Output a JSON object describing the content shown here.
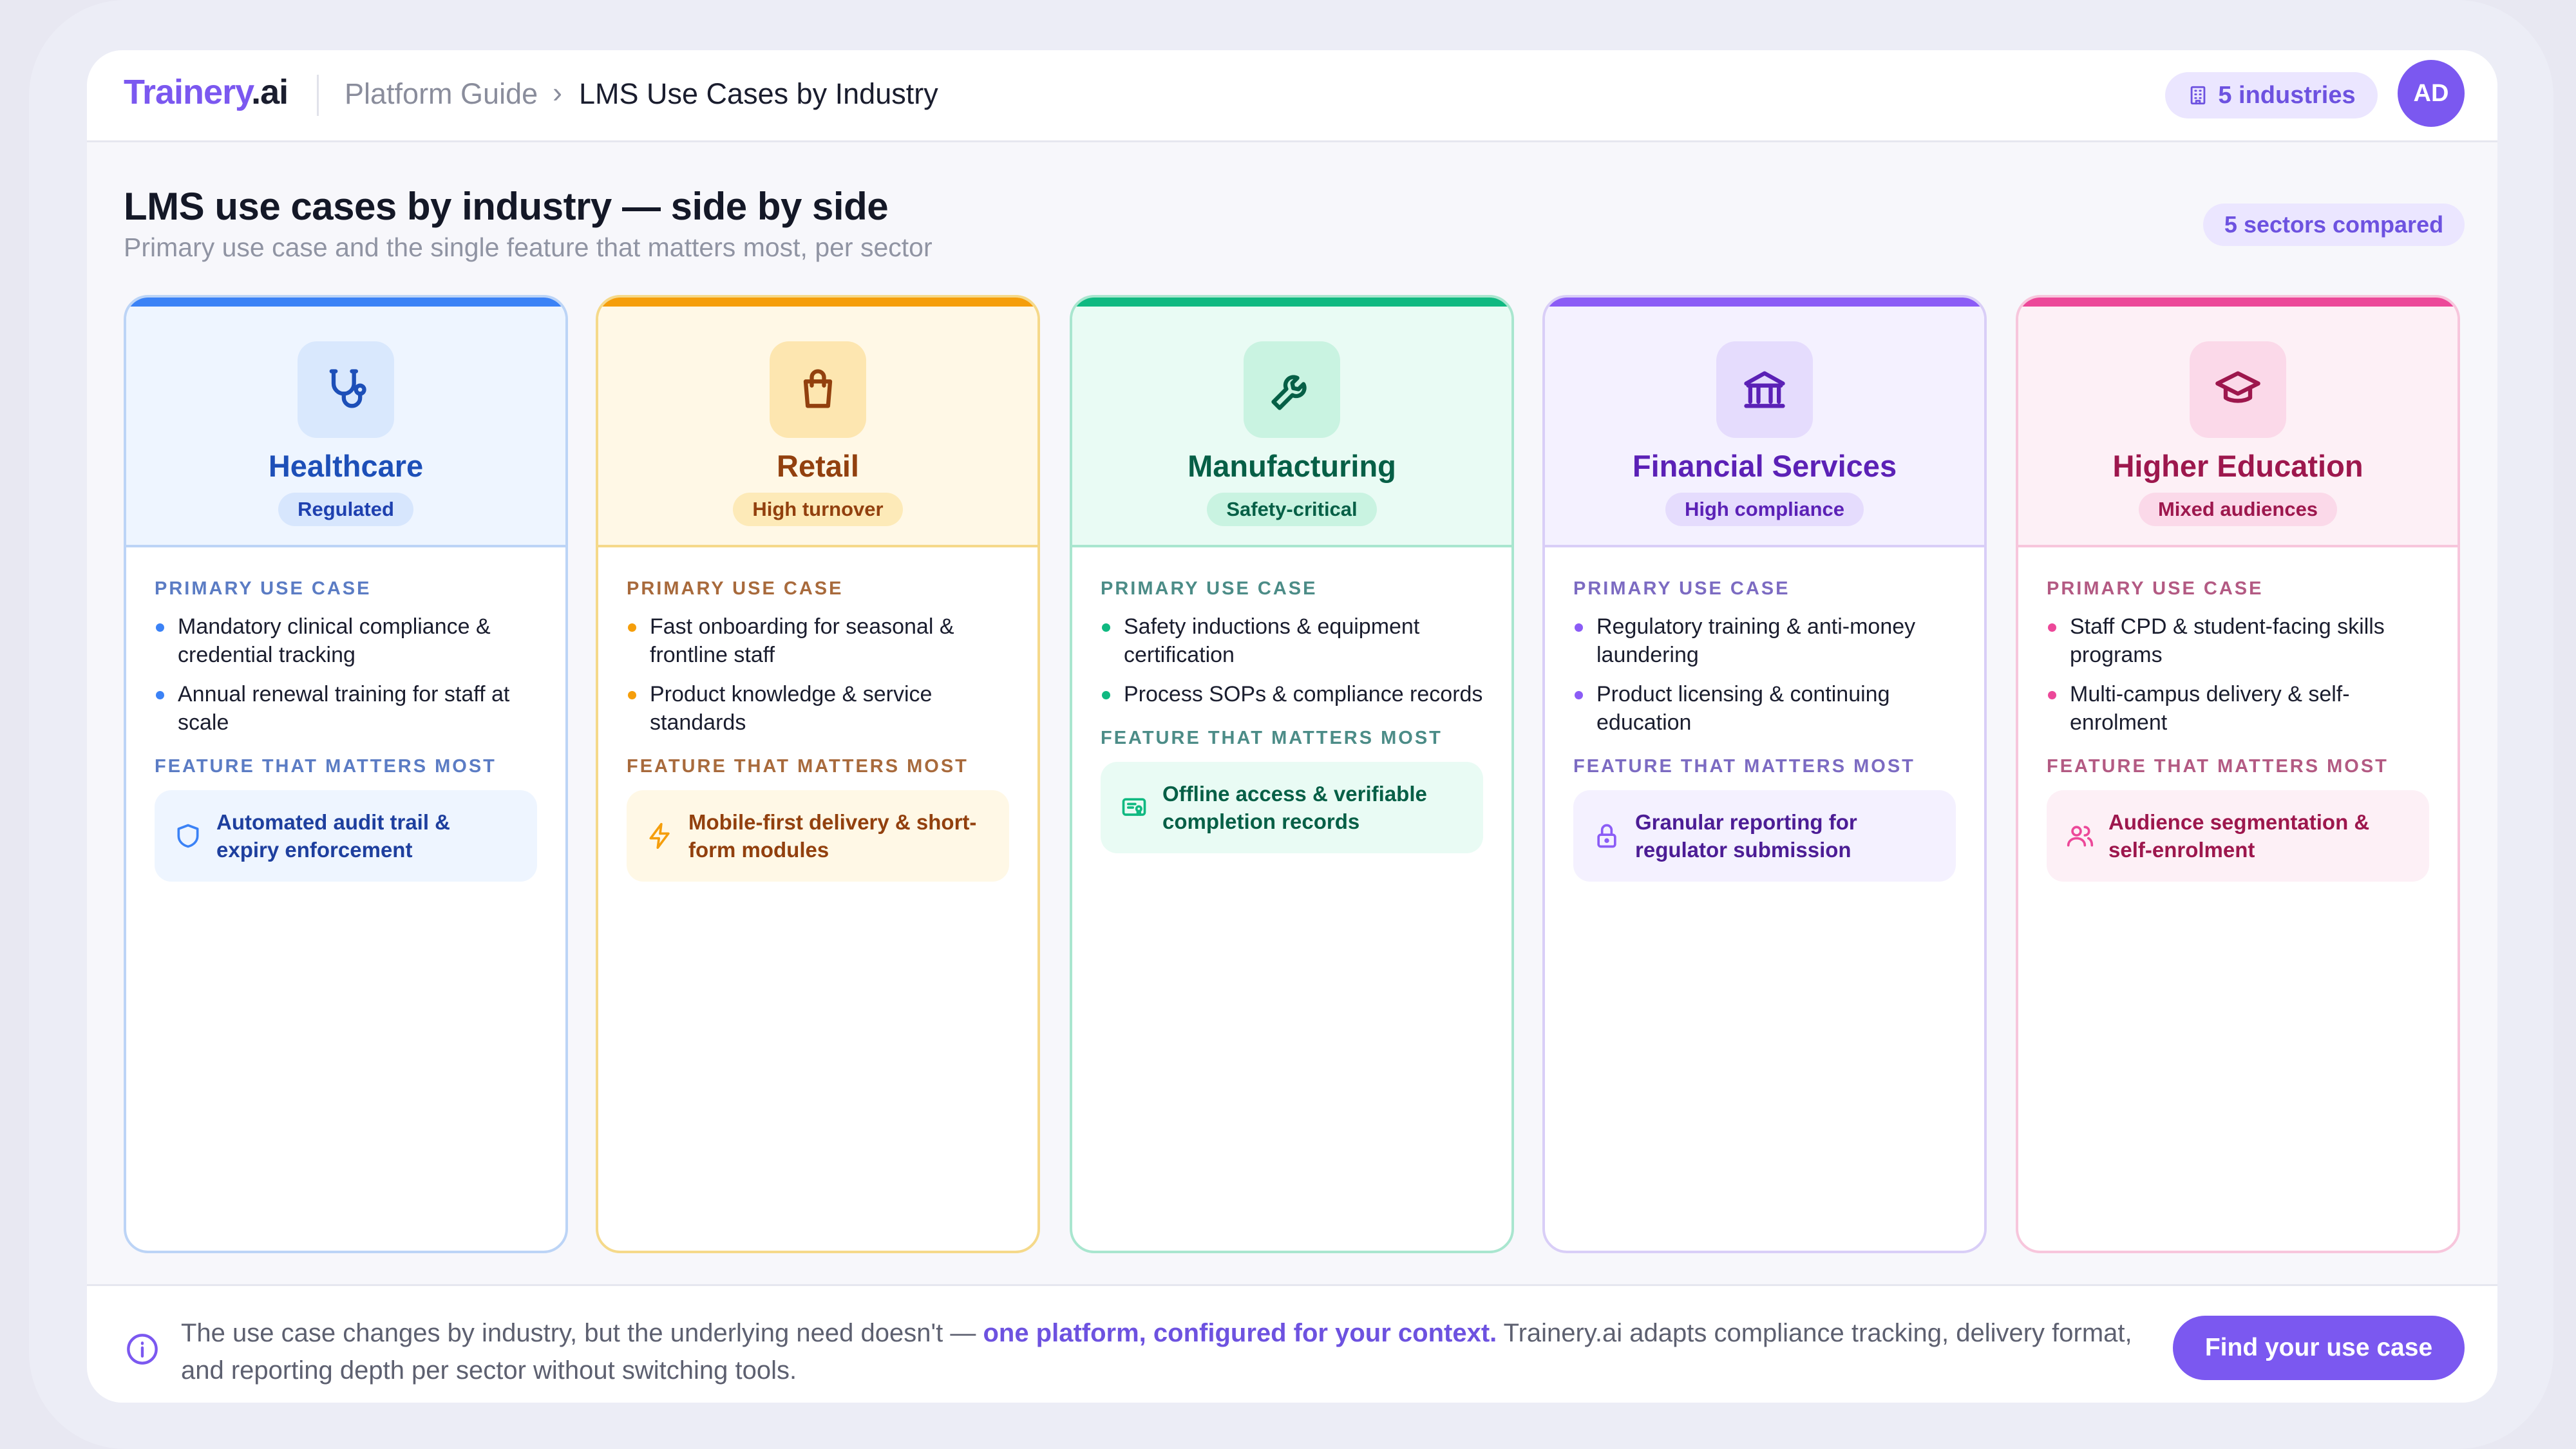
{
  "header": {
    "logo_brand": "Trainery",
    "logo_tld": ".ai",
    "breadcrumb_parent": "Platform Guide",
    "breadcrumb_separator": "›",
    "breadcrumb_current": "LMS Use Cases by Industry",
    "industries_badge": "5 industries",
    "industries_icon": "building-icon",
    "avatar_initials": "AD"
  },
  "page": {
    "title": "LMS use cases by industry — side by side",
    "subtitle": "Primary use case and the single feature that matters most, per sector",
    "sectors_badge": "5 sectors compared"
  },
  "labels": {
    "primary_use_case": "PRIMARY USE CASE",
    "feature_that_matters": "FEATURE THAT MATTERS MOST"
  },
  "cards": [
    {
      "name": "Healthcare",
      "tag": "Regulated",
      "icon": "stethoscope-icon",
      "use_cases": [
        "Mandatory clinical compliance & credential tracking",
        "Annual renewal training for staff at scale"
      ],
      "feature": "Automated audit trail & expiry enforcement",
      "feature_icon": "shield-icon",
      "colors": {
        "accent": "#3b82f6",
        "top_bg": "#eef5ff",
        "border": "#bcd4f6",
        "name": "#1d4fb8",
        "tag_bg": "#d7e6fd",
        "tag_text": "#1e40af",
        "label": "#5b7cc4",
        "feature_bg": "#eef5ff",
        "feature_text": "#1e3f9e",
        "icon_bg": "#d9e8fd"
      }
    },
    {
      "name": "Retail",
      "tag": "High turnover",
      "icon": "shopping-bag-icon",
      "use_cases": [
        "Fast onboarding for seasonal & frontline staff",
        "Product knowledge & service standards"
      ],
      "feature": "Mobile-first delivery & short-form modules",
      "feature_icon": "lightning-icon",
      "colors": {
        "accent": "#f59e0b",
        "top_bg": "#fff8e6",
        "border": "#f5d98a",
        "name": "#92400e",
        "tag_bg": "#fdeab8",
        "tag_text": "#92400e",
        "label": "#a86a3c",
        "feature_bg": "#fff8e6",
        "feature_text": "#92400e",
        "icon_bg": "#fde6b0"
      }
    },
    {
      "name": "Manufacturing",
      "tag": "Safety-critical",
      "icon": "wrench-icon",
      "use_cases": [
        "Safety inductions & equipment certification",
        "Process SOPs & compliance records"
      ],
      "feature": "Offline access & verifiable completion records",
      "feature_icon": "certificate-icon",
      "colors": {
        "accent": "#10b981",
        "top_bg": "#e9fbf4",
        "border": "#a9e6cf",
        "name": "#065f46",
        "tag_bg": "#c9f3e1",
        "tag_text": "#065f46",
        "label": "#4c8c87",
        "feature_bg": "#e9fbf4",
        "feature_text": "#065f46",
        "icon_bg": "#c9f3e1"
      }
    },
    {
      "name": "Financial Services",
      "tag": "High compliance",
      "icon": "bank-icon",
      "use_cases": [
        "Regulatory training & anti-money laundering",
        "Product licensing & continuing education"
      ],
      "feature": "Granular reporting for regulator submission",
      "feature_icon": "lock-icon",
      "colors": {
        "accent": "#8b5cf6",
        "top_bg": "#f4f1ff",
        "border": "#d9cef7",
        "name": "#5b21b6",
        "tag_bg": "#e5dcfd",
        "tag_text": "#5b21b6",
        "label": "#7c6bc2",
        "feature_bg": "#f4f1ff",
        "feature_text": "#4c1d95",
        "icon_bg": "#e5dcfd"
      }
    },
    {
      "name": "Higher Education",
      "tag": "Mixed audiences",
      "icon": "graduation-cap-icon",
      "use_cases": [
        "Staff CPD & student-facing skills programs",
        "Multi-campus delivery & self-enrolment"
      ],
      "feature": "Audience segmentation & self-enrolment",
      "feature_icon": "users-icon",
      "colors": {
        "accent": "#ec4899",
        "top_bg": "#fdf0f6",
        "border": "#f7c6dc",
        "name": "#9d174d",
        "tag_bg": "#fbd9e9",
        "tag_text": "#9d174d",
        "label": "#b35a83",
        "feature_bg": "#fdf0f6",
        "feature_text": "#9d174d",
        "icon_bg": "#fbd9e9"
      }
    }
  ],
  "footer": {
    "icon": "info-icon",
    "text_before": "The use case changes by industry, but the underlying need doesn't — ",
    "text_highlight": "one platform, configured for your context.",
    "text_after": " Trainery.ai adapts compliance tracking, delivery format, and reporting depth per sector without switching tools.",
    "cta_label": "Find your use case"
  }
}
